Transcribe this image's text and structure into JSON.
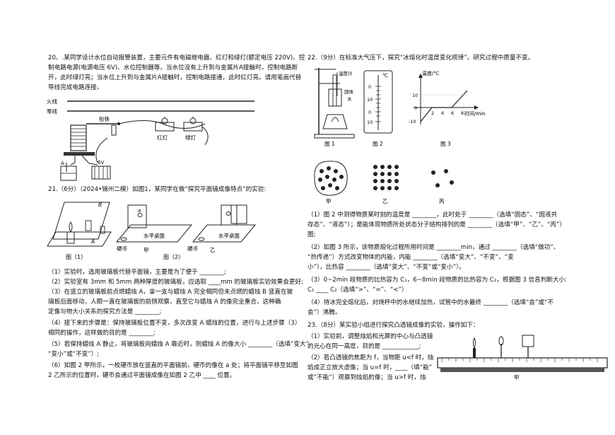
{
  "q20": {
    "lines": [
      "20、.某同学设计水位自动报警装置，主要元件有电磁继电器、红灯和绿灯(额定电压 220V)、控",
      "制电路电源(电源电压 6V)、水位控制器等，当水位没有上升到与金属片A接触时，控制电路断",
      "开，此时绿灯亮；当水位上升到与金属片A接触时，控制电路接通，此时红灯亮。请用笔画代替",
      "导线完成电路连接。"
    ],
    "fire_line": "火线",
    "neutral_line": "零线",
    "iron_label": "衔铁",
    "red_lamp": "红灯",
    "green_lamp": "绿灯",
    "battery": "6V",
    "plate": "A"
  },
  "q21": {
    "header": "21.（6分）（2024•锦州二模）如图1，某同学在做“探究平面镜成像特点”的实验:",
    "fig1_caption": "图（1）",
    "fig2_caption": "图（2）",
    "jia": "甲",
    "yi": "乙",
    "table_label": "水平桌面",
    "coin": "硬币",
    "label_a": "a",
    "label_A": "A",
    "label_B": "B",
    "lines": [
      "（1）实验时，选用玻璃板代替平面镜，主要是为了便于 ________;",
      "（2）实验室有 3mm 和 5mm 两种厚度的玻璃板，应选取 ____mm 的玻璃板实验效果会更好;",
      "（3）在竖立的玻璃板前点燃蜡烛 A，拿一支与蜡烛 A 完全相同但未点燃的蜡烛 B 竖直在玻",
      "璃板后面移动，人眼一直在玻璃板的前侧观察，直至它与蜡烛 A 的像完全重合，这种确",
      "定像与物大小关系的探究方法是 ________;",
      "（4）接下来的步骤是：保持玻璃板位置不变，多次改变 A 蜡烛的位置，进行与上述步骤（3）",
      "相同的操作，这样做的目的是 ________;",
      "（5）若保持蜡烛 A 静止，将玻璃板向蜡烛 A 靠近时，则蜡烛 A 的像大小 ________（选填“变大”",
      "“变小”或“不变”）;",
      "（6）如图 2 甲所示，一枚硬币放在竖直的平面镜前，硬币的像在 a 处；将平面镜平移至如图",
      "2 乙所示的位置时，硬币会通过平面镜成像在如图 2 乙中 ____ 位置。"
    ]
  },
  "q22": {
    "header": "22.（9分）在标准大气压下，探究“冰熔化时温度变化规律”。研究过程中质量不变。",
    "thermometer": "温度计",
    "solid": "固体",
    "water": "水",
    "fig1": "图 1",
    "fig2": "图 2",
    "fig3": "图 3",
    "celsius": "℃",
    "scale": [
      "0",
      "10",
      "0",
      "10"
    ],
    "graph_ylabel": "温度/℃",
    "graph_xlabel": "时间/min",
    "graph_y": [
      "10",
      "0",
      "-10"
    ],
    "graph_x": [
      "2",
      "4",
      "6",
      "8"
    ],
    "jia": "甲",
    "yi": "乙",
    "bing": "丙",
    "lines": [
      "（1）图 2 中测得物质某时刻的温度是 ________，此时处于 ________（选填“固态”、“固液共",
      "存态”、“液态”）；是能体现物质所处状态分子结构排列的是 ________（选填“甲”、“乙”、“丙”）",
      "图;",
      "（2）如图 3 所示，该物质熔化过程所用时间是 ________min，通过 ________（选填“做功”、",
      "“热传递”）方式改变物体的内能，内能 ________（选填“变大”、“不变”、“变",
      "小”），比热容 ________（选填“变大”、“不变”或“变小”）。",
      "（3）0~2min 段物质的比热容为 C₁，6~8min 段物质的比热容为 C₂，根据图 3 信息判断大小:",
      "C₁ ____ C₂（选填“>”、“=”、“<”）",
      "（4）待冰完全熔化后，对烧杯中的水继续加热，试管中的水最终 ________（选填“会”或“不",
      "会”）沸腾。"
    ]
  },
  "q23": {
    "header": "23.（8分）某实验小组进行探究凸透镜成像的实验，操作如下：",
    "lines": [
      "（1）实验前，调整烛焰和光屏的中心与凸透镜",
      "的光心在同一高度，目的是 ____________;",
      "（2）若凸透镜的焦距为 f，当物距 u<f 时，烛",
      "焰成正立放大虚像；当 u=f 时，____（填“能”",
      "或“不能”）观察到烛焰的像；当 u>f 时，烛"
    ],
    "bench_label": "甲"
  }
}
